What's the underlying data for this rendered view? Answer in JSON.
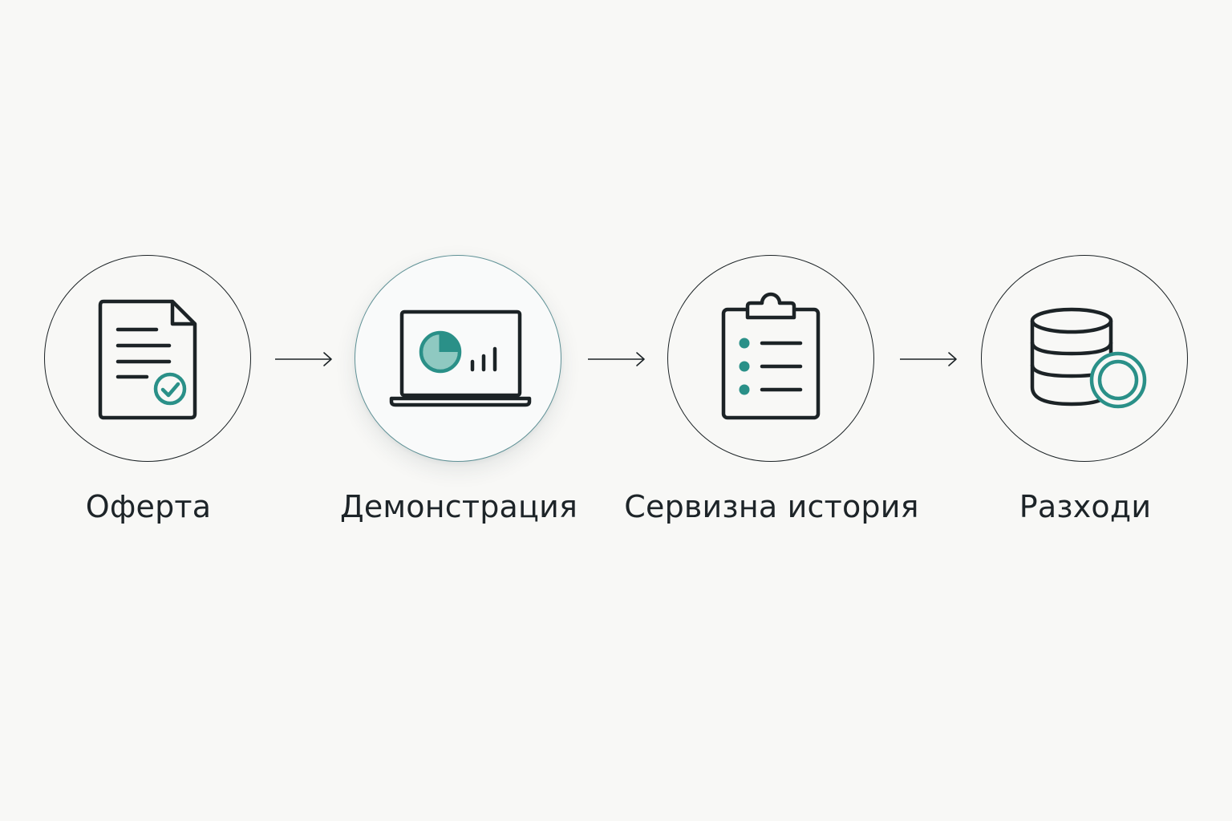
{
  "colors": {
    "background": "#f8f8f6",
    "stroke": "#1c2326",
    "accent": "#2a9088",
    "highlight_ring": "#5f9196"
  },
  "steps": [
    {
      "label": "Оферта",
      "icon": "document-check-icon"
    },
    {
      "label": "Демонстрация",
      "icon": "laptop-chart-icon"
    },
    {
      "label": "Сервизна история",
      "icon": "clipboard-list-icon"
    },
    {
      "label": "Разходи",
      "icon": "coins-stack-icon"
    }
  ]
}
